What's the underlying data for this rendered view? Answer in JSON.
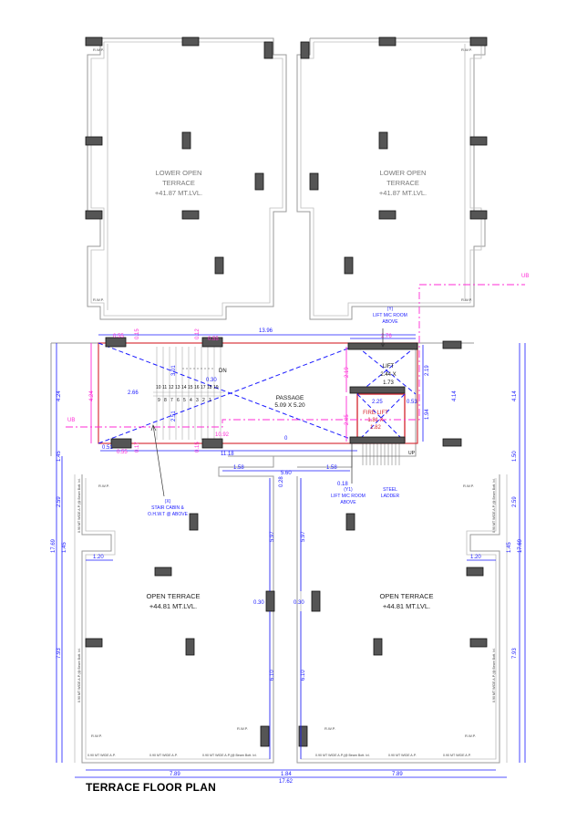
{
  "drawing": {
    "title": "TERRACE FLOOR PLAN",
    "lower_terrace_left": {
      "line1": "LOWER OPEN",
      "line2": "TERRACE",
      "line3": "+41.87 MT.LVL."
    },
    "lower_terrace_right": {
      "line1": "LOWER OPEN",
      "line2": "TERRACE",
      "line3": "+41.87 MT.LVL."
    },
    "open_terrace_left": {
      "line1": "OPEN TERRACE",
      "line2": "+44.81 MT.LVL."
    },
    "open_terrace_right": {
      "line1": "OPEN TERRACE",
      "line2": "+44.81 MT.LVL."
    },
    "passage": {
      "line1": "PASSAGE",
      "line2": "5.09 X 5.20"
    },
    "lift": {
      "line1": "LIFT",
      "line2": "2.44 X",
      "line3": "1.73"
    },
    "fire_lift": {
      "line1": "FIRE LIFT",
      "line2": "1.81 X",
      "line3": "1.82"
    },
    "lift_room_top": {
      "line1": "(Y)",
      "line2": "LIFT M/C ROOM",
      "line3": "ABOVE"
    },
    "lift_room_bottom": {
      "line1": "(Y1)",
      "line2": "LIFT M/C ROOM",
      "line3": "ABOVE"
    },
    "stair_cabin": {
      "line1": "(X)",
      "line2": "STAIR CABIN &",
      "line3": "O.H.W.T  @ ABOVE"
    },
    "steel_ladder": {
      "line1": "STEEL",
      "line2": "LADDER"
    },
    "dn": "DN",
    "up": "UP",
    "rwp": "R.W.P.",
    "ub": "UB",
    "stair_steps_top": [
      "10",
      "11",
      "12",
      "13",
      "14",
      "15",
      "16",
      "17",
      "18",
      "19"
    ],
    "stair_steps_bottom": [
      "9",
      "8",
      "7",
      "6",
      "5",
      "4",
      "3",
      "2",
      "1"
    ],
    "beam_notes": {
      "b1": "0.90 MT WIDE A.P.",
      "b2": "0.90 MT WIDE A.P.",
      "b3": "0.90 MT WIDE A.P.(@ Beam Bott. lvl.",
      "b4": "0.90 MT WIDE A.P.(@ Beam Bott. lvl.",
      "b5": "0.90 MT WIDE A.P.",
      "b6": "0.90 MT WIDE A.P.",
      "v1": "0.90 MT WIDE A.P.(@ Beam Bott. lvl.",
      "v2": "0.90 MT WIDE A.P.(@ Beam Bott. lvl.",
      "v3": "0.90 MT WIDE A.P.(@ Beam Bott. lvl.",
      "v4": "0.90 MT WIDE A.P.(@ Beam Bott. lvl."
    },
    "dims": {
      "d1396": "13.96",
      "d276": "2.76",
      "d055a": "0.55",
      "d015a": "0.15",
      "d012": "0.12",
      "d055b": "0.55",
      "d424a": "4.24",
      "d424b": "4.24",
      "d266": "2.66",
      "d030a": "0.30",
      "d301": "3.01",
      "d251": "2.51",
      "d219a": "2.19",
      "d219b": "2.19",
      "d225": "2.25",
      "d053": "0.53",
      "d194": "1.94",
      "d205": "2.05",
      "d414a": "4.14",
      "d414b": "4.14",
      "d1092": "10.92",
      "d051": "0.51",
      "d017": "0.17",
      "d055c": "0.55",
      "d015b": "0.15",
      "d1118": "11.18",
      "d145": "1.45",
      "d150a": "1.50",
      "d158a": "1.58",
      "d560": "5.60",
      "d158b": "1.58",
      "d028": "0.28",
      "d018": "0.18",
      "d259a": "2.59",
      "d259b": "2.59",
      "d1769a": "17.69",
      "d1769b": "17.69",
      "d145b": "1.45",
      "d145c": "1.45",
      "d120a": "1.20",
      "d120b": "1.20",
      "d597a": "5.97",
      "d597b": "5.97",
      "d030b": "0.30",
      "d030c": "0.30",
      "d610a": "6.10",
      "d610b": "6.10",
      "d793a": "7.93",
      "d793b": "7.93",
      "d789a": "7.89",
      "d184": "1.84",
      "d789b": "7.89",
      "d1762": "17.62",
      "d0": "0"
    }
  }
}
